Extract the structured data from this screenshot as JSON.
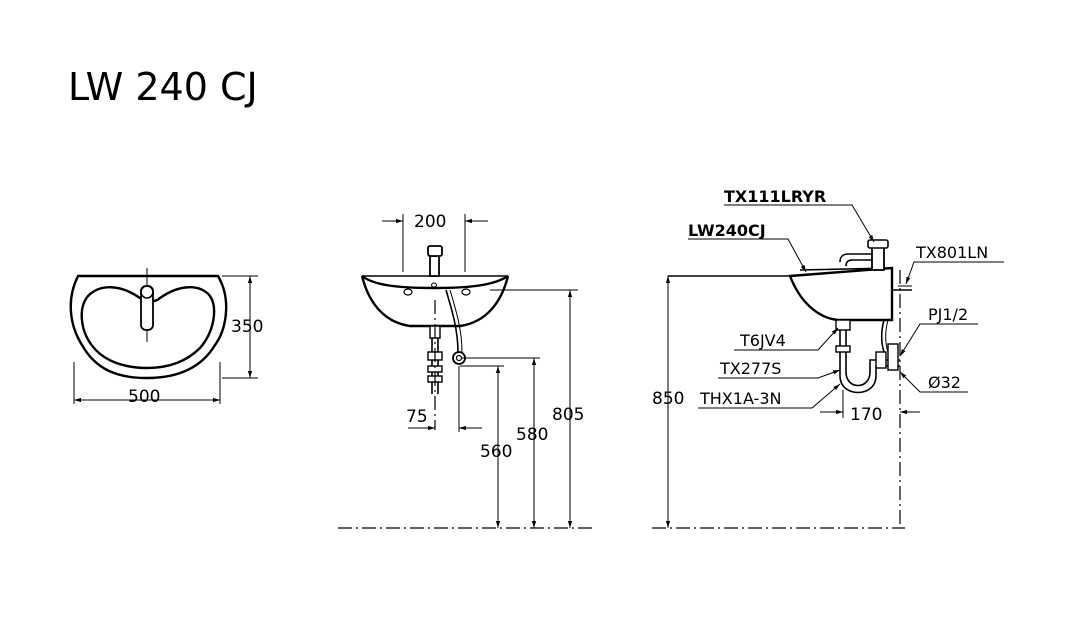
{
  "title": "LW 240 CJ",
  "plan_view": {
    "width_dim": "500",
    "depth_dim": "350"
  },
  "front_view": {
    "tap_spacing_dim": "200",
    "offset_dim": "75",
    "height_560": "560",
    "height_580": "580",
    "height_805": "805"
  },
  "side_view": {
    "height_850": "850",
    "projection_dim": "170",
    "labels": {
      "faucet": "TX111LRYR",
      "basin": "LW240CJ",
      "stop_valve": "TX801LN",
      "pipe_thread": "PJ1/2",
      "waste": "T6JV4",
      "trap": "TX277S",
      "hose": "THX1A-3N",
      "diameter": "Ø32"
    }
  }
}
